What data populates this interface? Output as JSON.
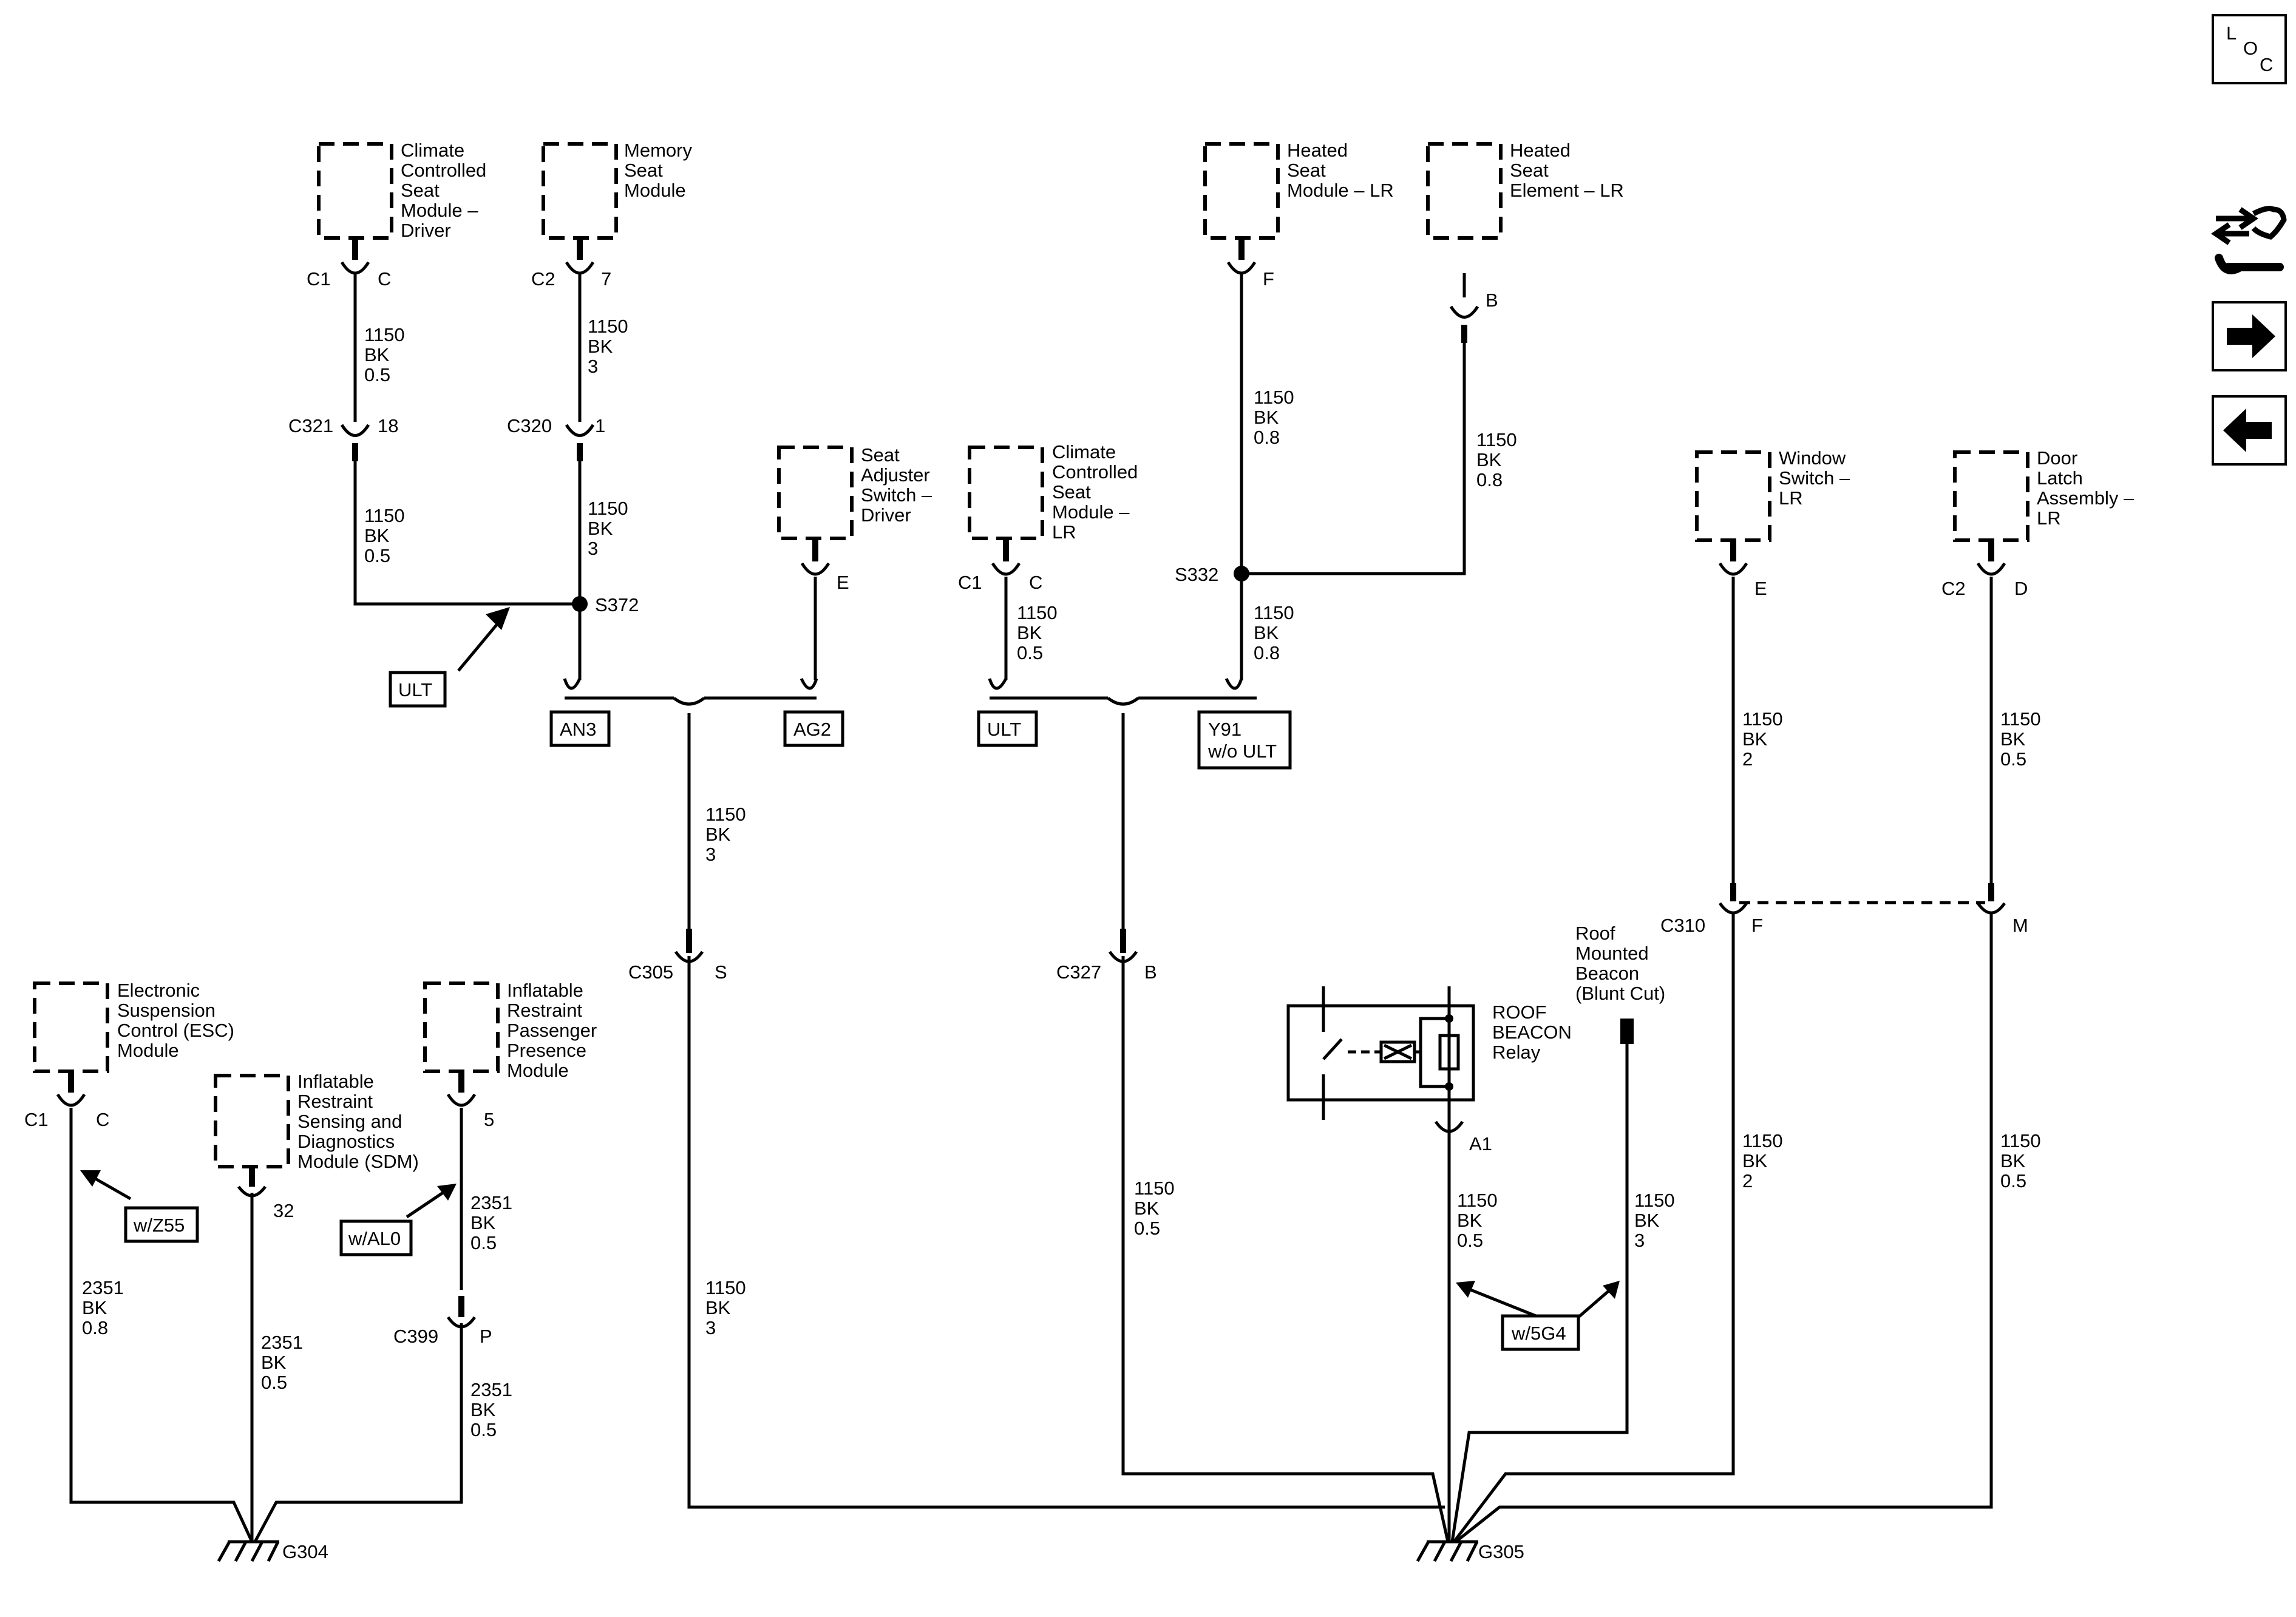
{
  "components": {
    "climate_seat_driver": [
      "Climate",
      "Controlled",
      "Seat",
      "Module –",
      "Driver"
    ],
    "memory_seat": [
      "Memory",
      "Seat",
      "Module"
    ],
    "heated_seat_module_lr": [
      "Heated",
      "Seat",
      "Module – LR"
    ],
    "heated_seat_element_lr": [
      "Heated",
      "Seat",
      "Element – LR"
    ],
    "seat_adjuster_driver": [
      "Seat",
      "Adjuster",
      "Switch –",
      "Driver"
    ],
    "climate_seat_lr": [
      "Climate",
      "Controlled",
      "Seat",
      "Module –",
      "LR"
    ],
    "window_switch_lr": [
      "Window",
      "Switch –",
      "LR"
    ],
    "door_latch_lr": [
      "Door",
      "Latch",
      "Assembly –",
      "LR"
    ],
    "esc_module": [
      "Electronic",
      "Suspension",
      "Control (ESC)",
      "Module"
    ],
    "sdm": [
      "Inflatable",
      "Restraint",
      "Sensing and",
      "Diagnostics",
      "Module (SDM)"
    ],
    "passenger_presence": [
      "Inflatable",
      "Restraint",
      "Passenger",
      "Presence",
      "Module"
    ],
    "roof_beacon_relay": [
      "ROOF",
      "BEACON",
      "Relay"
    ],
    "roof_beacon": [
      "Roof",
      "Mounted",
      "Beacon",
      "(Blunt Cut)"
    ]
  },
  "connectors": {
    "c1_a": "C1",
    "c2_a": "C2",
    "c321": "C321",
    "c320": "C320",
    "c1_b": "C1",
    "c305": "C305",
    "c327": "C327",
    "c310": "C310",
    "c2_b": "C2",
    "c1_c": "C1",
    "c399": "C399"
  },
  "pins": {
    "p_c": "C",
    "p_7": "7",
    "p_18": "18",
    "p_1": "1",
    "p_f": "F",
    "p_b": "B",
    "p_e": "E",
    "p_c2": "C",
    "p_s": "S",
    "p_b2": "B",
    "p_e2": "E",
    "p_d": "D",
    "p_f2": "F",
    "p_m": "M",
    "p_c3": "C",
    "p_32": "32",
    "p_5": "5",
    "p_p": "P",
    "p_a1": "A1"
  },
  "splices": {
    "s372": "S372",
    "s332": "S332"
  },
  "grounds": {
    "g304": "G304",
    "g305": "G305"
  },
  "options": {
    "ult_1": "ULT",
    "an3": "AN3",
    "ag2": "AG2",
    "ult_2": "ULT",
    "y91": [
      "Y91",
      "w/o ULT"
    ],
    "wz55": "w/Z55",
    "wal0": "w/AL0",
    "w5g4": "w/5G4"
  },
  "wires": {
    "w1": [
      "1150",
      "BK",
      "0.5"
    ],
    "w2": [
      "1150",
      "BK",
      "3"
    ],
    "w3": [
      "1150",
      "BK",
      "0.5"
    ],
    "w4": [
      "1150",
      "BK",
      "3"
    ],
    "w5": [
      "1150",
      "BK",
      "0.8"
    ],
    "w6": [
      "1150",
      "BK",
      "0.8"
    ],
    "w7": [
      "1150",
      "BK",
      "0.5"
    ],
    "w8": [
      "1150",
      "BK",
      "0.8"
    ],
    "w9": [
      "1150",
      "BK",
      "3"
    ],
    "w10": [
      "1150",
      "BK",
      "2"
    ],
    "w11": [
      "1150",
      "BK",
      "0.5"
    ],
    "w12": [
      "1150",
      "BK",
      "3"
    ],
    "w13": [
      "1150",
      "BK",
      "0.5"
    ],
    "w14": [
      "1150",
      "BK",
      "0.5"
    ],
    "w15": [
      "1150",
      "BK",
      "3"
    ],
    "w16": [
      "1150",
      "BK",
      "2"
    ],
    "w17": [
      "1150",
      "BK",
      "0.5"
    ],
    "w18": [
      "2351",
      "BK",
      "0.8"
    ],
    "w19": [
      "2351",
      "BK",
      "0.5"
    ],
    "w20": [
      "2351",
      "BK",
      "0.5"
    ],
    "w21": [
      "2351",
      "BK",
      "0.5"
    ]
  },
  "nav": {
    "loc_l": "L",
    "loc_o": "O",
    "loc_c": "C"
  }
}
